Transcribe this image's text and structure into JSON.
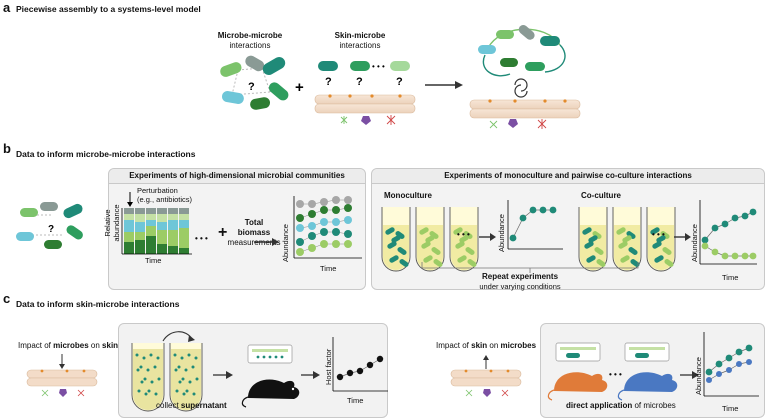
{
  "panel_a": {
    "letter": "a",
    "title": "Piecewise assembly to a systems-level model",
    "mm_bold": "Microbe-microbe",
    "mm_sub": "interactions",
    "sm_bold": "Skin-microbe",
    "sm_sub": "interactions",
    "plus": "+",
    "question": "?",
    "ellipsis": "• • •"
  },
  "panel_b": {
    "letter": "b",
    "title": "Data to inform microbe-microbe interactions",
    "box1_title": "Experiments of high-dimensional microbial communities",
    "box2_title": "Experiments of monoculture and pairwise co-culture interactions",
    "perturbation_line1": "Perturbation",
    "perturbation_line2": "(e.g., antibiotics)",
    "ylabel_relative": "Relative",
    "ylabel_abundance": "abundance",
    "time": "Time",
    "ellipsis": "• • •",
    "plus": "+",
    "total1": "Total",
    "total2": "biomass",
    "total3": "measurements",
    "abundance": "Abundance",
    "monoculture": "Monoculture",
    "coculture": "Co-culture",
    "repeat_bold": "Repeat experiments",
    "repeat_sub": "under varying conditions"
  },
  "panel_c": {
    "letter": "c",
    "title": "Data to inform skin-microbe interactions",
    "impact1_pre": "Impact of ",
    "impact1_b1": "microbes",
    "impact1_mid": " on ",
    "impact1_b2": "skin",
    "collect_pre": "collect ",
    "collect_bold": "supernatant",
    "host_factor": "Host factor",
    "time": "Time",
    "impact2_pre": "Impact of ",
    "impact2_b1": "skin",
    "impact2_mid": " on ",
    "impact2_b2": "microbes",
    "direct_bold": "direct application",
    "direct_post": " of microbes",
    "abundance": "Abundance",
    "ellipsis": "• • •"
  },
  "colors": {
    "dark_green": "#2e7d32",
    "teal": "#1f8a78",
    "light_green": "#9ccc65",
    "cyan": "#6ec6d8",
    "lime": "#c5e1a5",
    "grey_microbe": "#8a9a95",
    "skin": "#f3dcc8",
    "mouse_orange": "#e07b39",
    "mouse_blue": "#4a78c2"
  }
}
